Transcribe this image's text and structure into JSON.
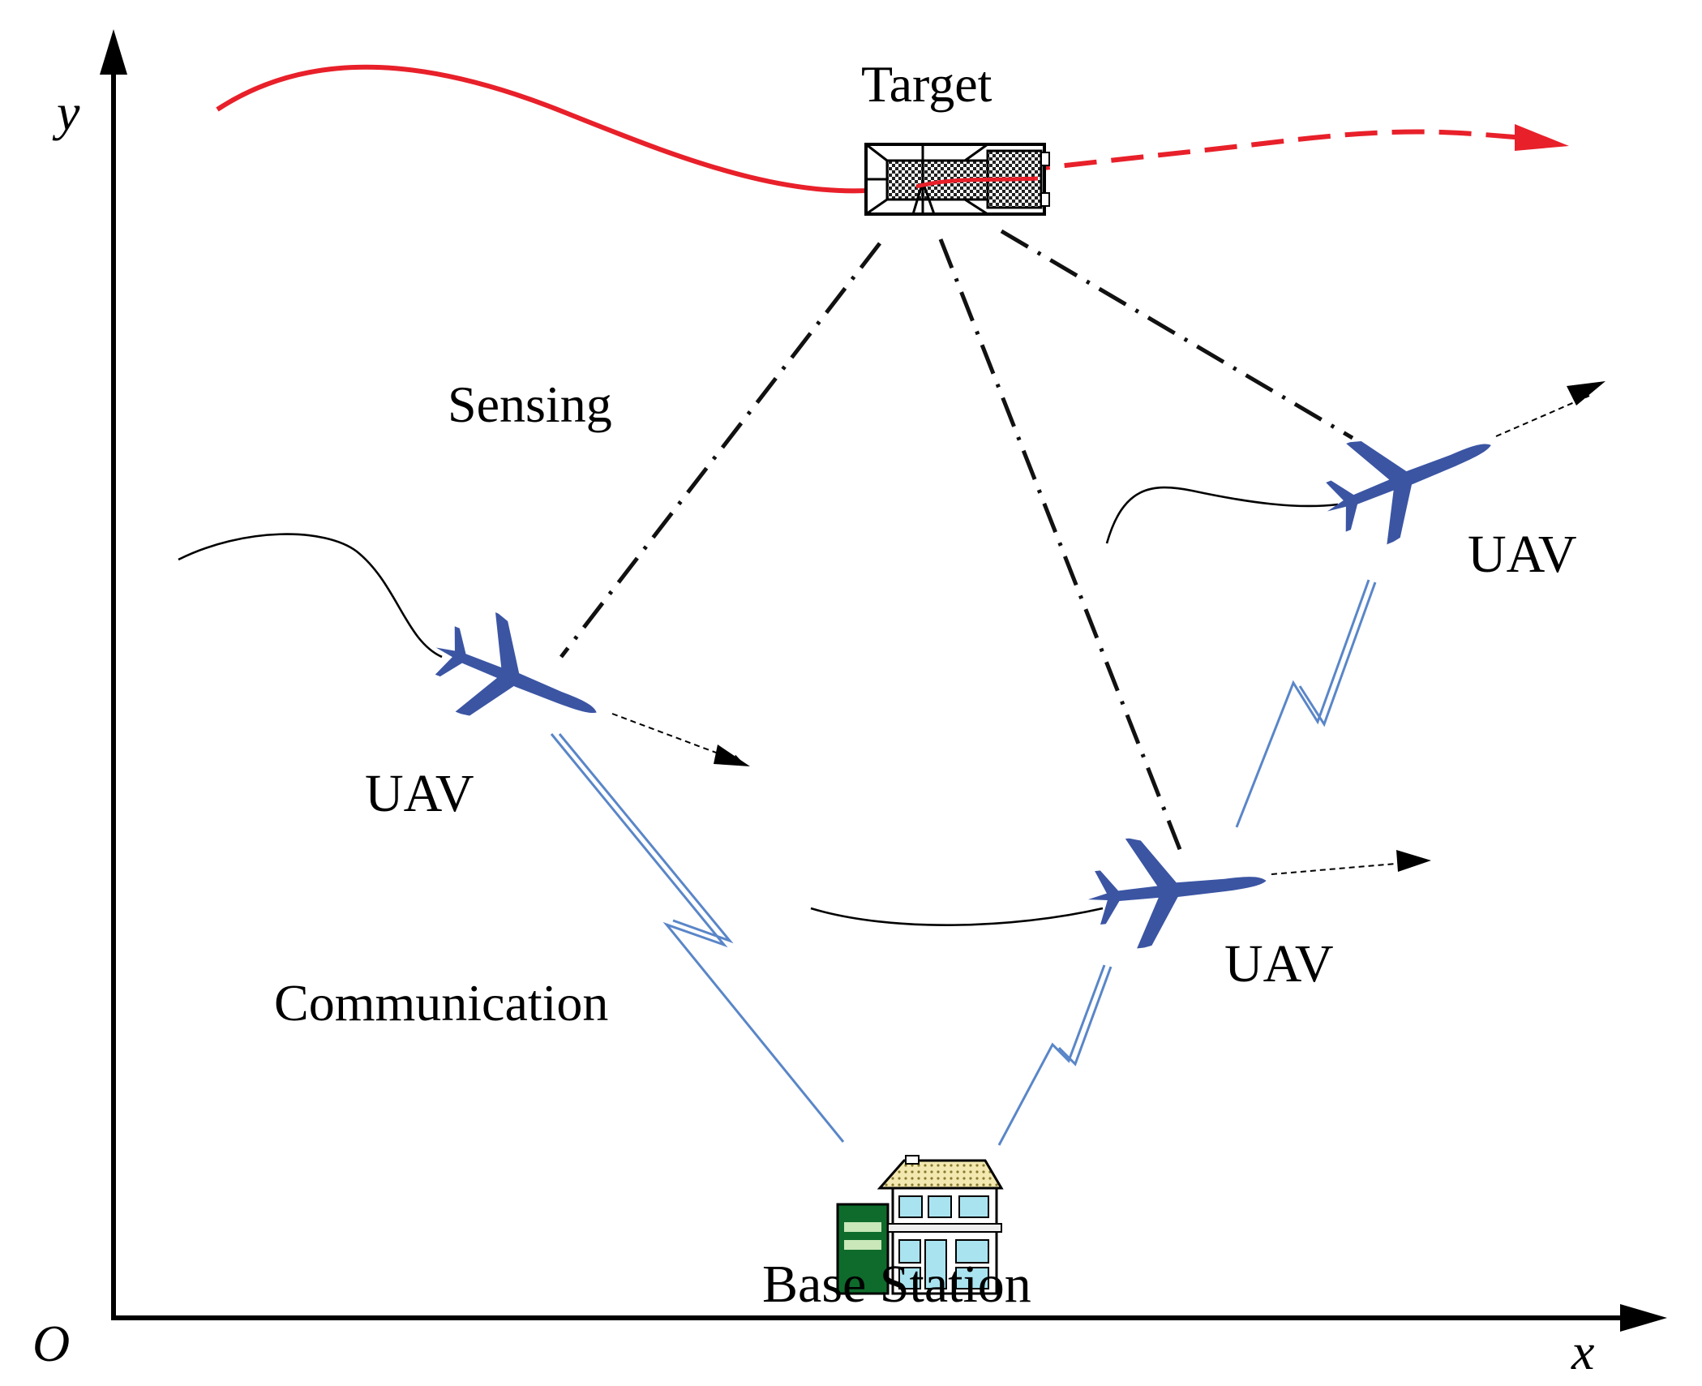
{
  "axes": {
    "y_label": "y",
    "x_label": "x",
    "origin_label": "O"
  },
  "labels": {
    "target": "Target",
    "sensing": "Sensing",
    "communication": "Communication",
    "base_station": "Base Station"
  },
  "uavs": [
    {
      "label": "UAV"
    },
    {
      "label": "UAV"
    },
    {
      "label": "UAV"
    }
  ],
  "colors": {
    "target_trajectory": "#e8202a",
    "uav": "#3b55a3",
    "communication_link": "#5a86c8",
    "sensing_link": "#111111",
    "uav_path": "#000000"
  },
  "icons": [
    "target-vehicle-icon",
    "uav-plane-icon",
    "base-station-building-icon"
  ]
}
